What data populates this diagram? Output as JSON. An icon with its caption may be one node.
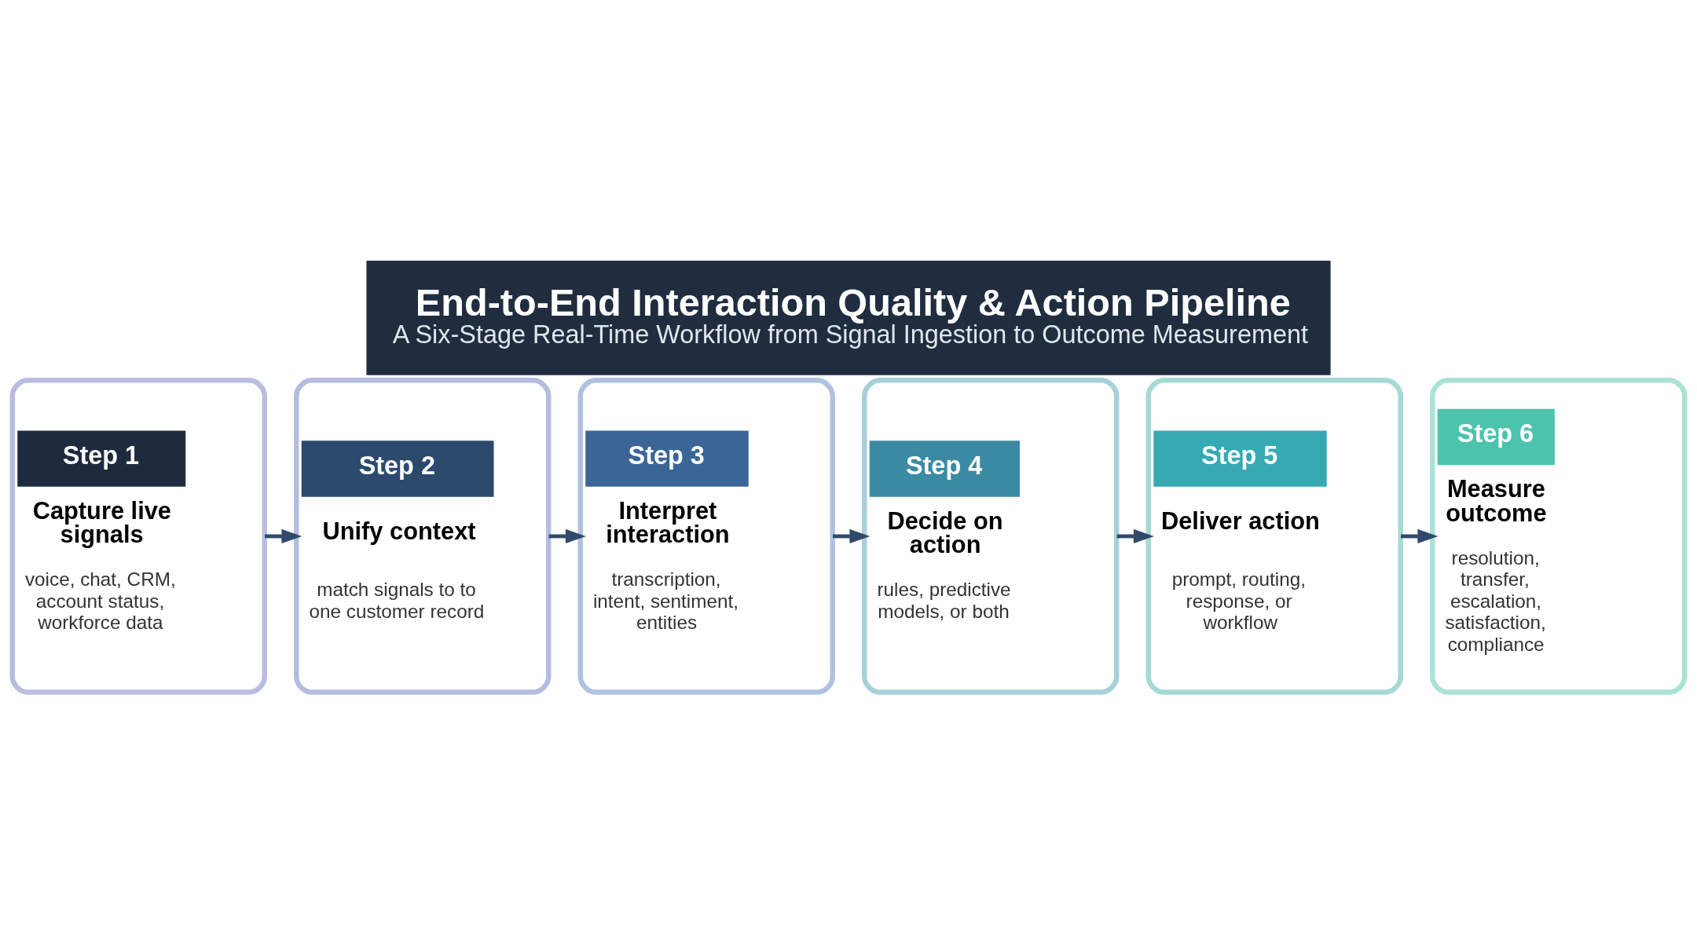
{
  "diagram": {
    "title": "End-to-End Interaction Quality & Action Pipeline",
    "caption": "A Six-Stage Real-Time Workflow from Signal Ingestion to Outcome Measurement",
    "nodes": [
      {
        "text": [
          "Step 1",
          "Capture live signals",
          "voice, chat, CRM, account status, workforce data"
        ]
      },
      {
        "text": [
          "Step 2",
          "Unify context",
          "match signals to to one customer record"
        ]
      },
      {
        "text": [
          "Step 3",
          "Interpret interaction",
          "transcription, intent, sentiment, entities"
        ]
      },
      {
        "text": [
          "Step 4",
          "Decide on action",
          "rules, predictive models, or both"
        ]
      },
      {
        "text": [
          "Step 5",
          "Deliver action",
          "prompt, routing, response, or workflow"
        ]
      },
      {
        "text": [
          "Step 6",
          "Measure outcome",
          "resolution, transfer, escalation, satisfaction, compliance"
        ]
      }
    ],
    "edges": [
      {
        "from": 0,
        "to": 1,
        "arrow": "to"
      },
      {
        "from": 1,
        "to": 2,
        "arrow": "to"
      },
      {
        "from": 2,
        "to": 3,
        "arrow": "to"
      },
      {
        "from": 3,
        "to": 4,
        "arrow": "to"
      },
      {
        "from": 4,
        "to": 5,
        "arrow": "to"
      }
    ]
  }
}
